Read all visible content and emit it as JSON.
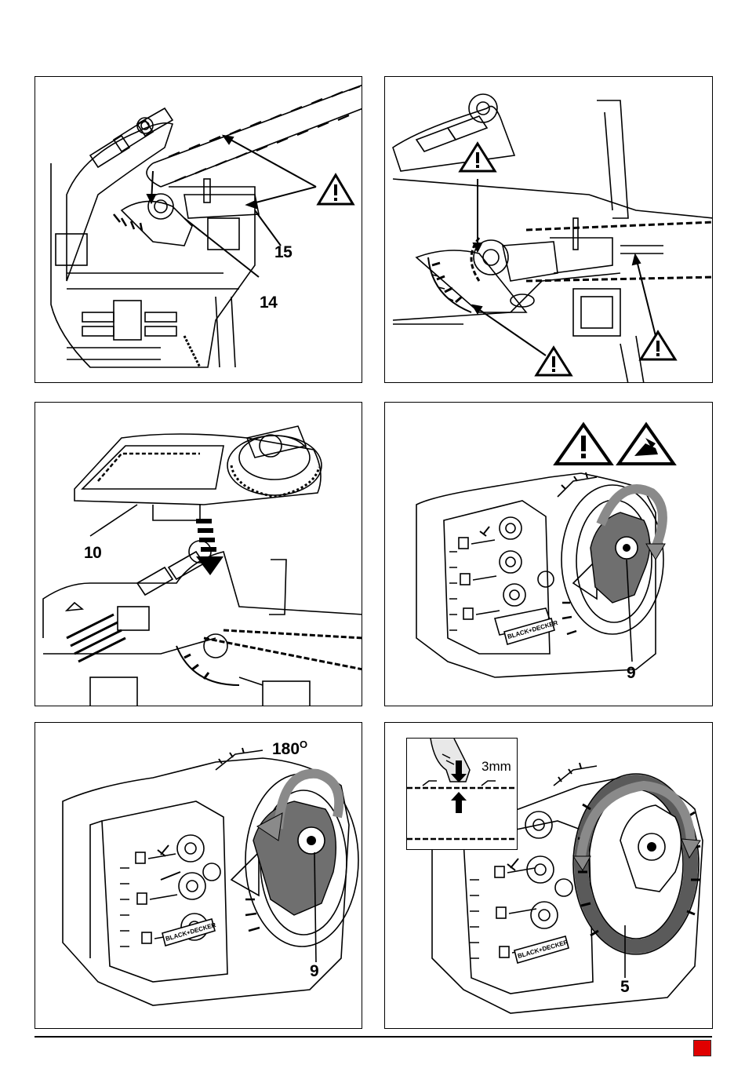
{
  "figures": [
    {
      "id": "fig-a",
      "callouts": [
        "15",
        "14"
      ],
      "warning_icon": "warning-triangle-icon"
    },
    {
      "id": "fig-b",
      "warning_icon": "warning-triangle-icon"
    },
    {
      "id": "fig-c",
      "callouts": [
        "10"
      ]
    },
    {
      "id": "fig-d",
      "callouts": [
        "9"
      ],
      "warning_icon": "warning-triangle-icon",
      "manual_icon": "read-manual-icon",
      "brand_label": "BLACK+DECKER"
    },
    {
      "id": "fig-e",
      "callouts": [
        "9"
      ],
      "rotation_label": "180",
      "rotation_unit": "O",
      "brand_label": "BLACK+DECKER"
    },
    {
      "id": "fig-f",
      "callouts": [
        "5"
      ],
      "inset_label": "3mm",
      "brand_label": "BLACK+DECKER"
    }
  ],
  "colors": {
    "marker": "#e00000",
    "line": "#000000",
    "fill_dark": "#6f6f6f"
  }
}
